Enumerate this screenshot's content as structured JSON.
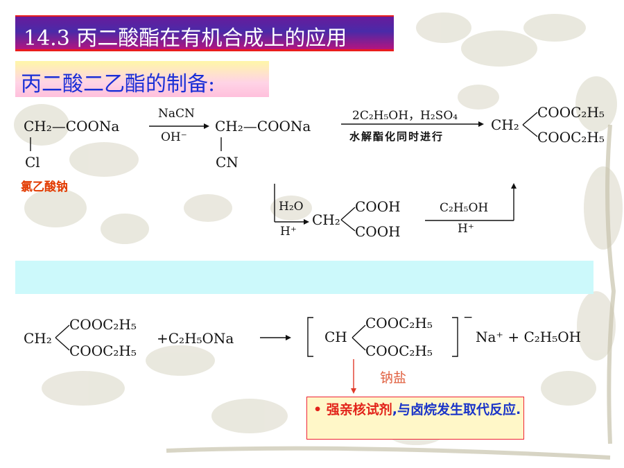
{
  "title": "14.3 丙二酸酯在有机合成上的应用",
  "subtitle": "丙二酸二乙酯的制备:",
  "reaction1": {
    "reactant_top": "CH₂—COONa",
    "reactant_bottom": "Cl",
    "reagent_top": "NaCN",
    "reagent_bottom": "OH⁻",
    "product_top": "CH₂—COONa",
    "product_bottom": "CN",
    "reagent2_top": "2C₂H₅OH，H₂SO₄",
    "reagent2_bottom": "水解酯化同时进行",
    "final_ch2": "CH₂",
    "final_top": "COOC₂H₅",
    "final_bottom": "COOC₂H₅",
    "reactant_name": "氯乙酸钠"
  },
  "reaction2": {
    "reagent_top": "H₂O",
    "reagent_bottom": "H⁺",
    "ch2": "CH₂",
    "top": "COOH",
    "bottom": "COOH",
    "reagent2_top": "C₂H₅OH",
    "reagent2_bottom": "H⁺"
  },
  "reaction3": {
    "ch2": "CH₂",
    "top": "COOC₂H₅",
    "bottom": "COOC₂H₅",
    "plus_reagent": "+C₂H₅ONa",
    "ch": "CH",
    "prod_top": "COOC₂H₅",
    "prod_bottom": "COOC₂H₅",
    "charge": "−",
    "tail": "Na⁺ + C₂H₅OH",
    "salt_label": "钠盐"
  },
  "note": {
    "bullet": "•",
    "red_part": "强亲核试剂",
    "blue_part": ",与卤烷发生取代反应."
  }
}
